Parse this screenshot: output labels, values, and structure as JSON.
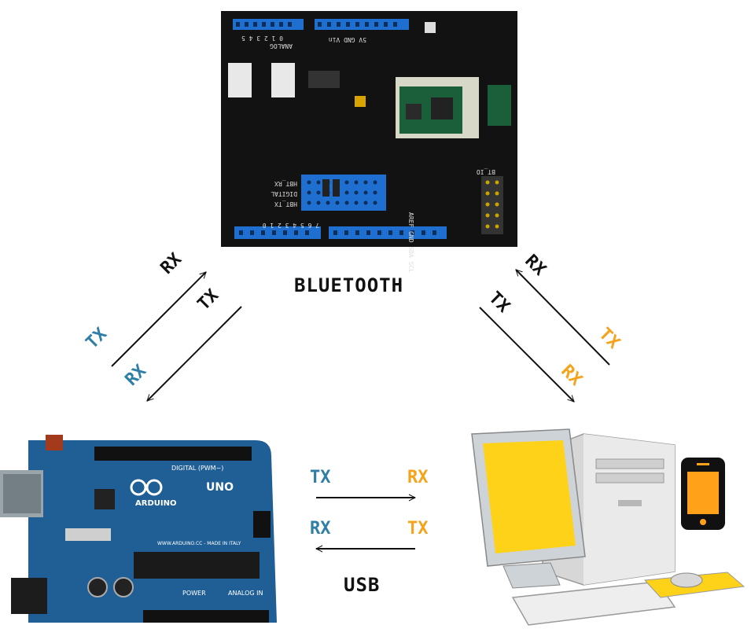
{
  "colors": {
    "black": "#111111",
    "blue": "#2f7ea6",
    "orange": "#f5a31a",
    "pcb_board": "#111111",
    "pcb_pin": "#1f6fd1",
    "arduino_board": "#1f5f96",
    "monitor_screen": "#ffd21a",
    "phone_body": "#111111"
  },
  "devices": {
    "bt_module_icon": "bluetooth-shield-board",
    "arduino_icon": "arduino-uno-board",
    "pc_icon": "desktop-computer",
    "phone_icon": "smartphone"
  },
  "pcb_silkscreen": {
    "top_left": "ANALOG",
    "top_mid": "0 1 2 3 4 5",
    "top_power": "5V GND Vin",
    "mid_left": "HBT_RX",
    "mid_left2": "DIGITAL",
    "mid_left3": "HBT_TX",
    "bottom": "7 6 5 4 3 2 1 0",
    "bottom_right": "AREF GND SDA SCL",
    "right": "BT_IO"
  },
  "arduino_silkscreen": {
    "logo": "ARDUINO",
    "model": "UNO",
    "digital": "DIGITAL (PWM~)",
    "power": "POWER",
    "analog": "ANALOG IN",
    "url": "WWW.ARDUINO.CC - MADE IN ITALY"
  },
  "labels": {
    "bluetooth": "BLUETOOTH",
    "usb": "USB",
    "left_top_rx": "RX",
    "left_top_tx": "TX",
    "left_bottom_tx": "TX",
    "left_bottom_rx": "RX",
    "right_top_rx": "RX",
    "right_top_tx": "TX",
    "right_bottom_tx": "TX",
    "right_bottom_rx": "RX",
    "usb_left_tx": "TX",
    "usb_left_rx": "RX",
    "usb_right_rx": "RX",
    "usb_right_tx": "TX"
  }
}
